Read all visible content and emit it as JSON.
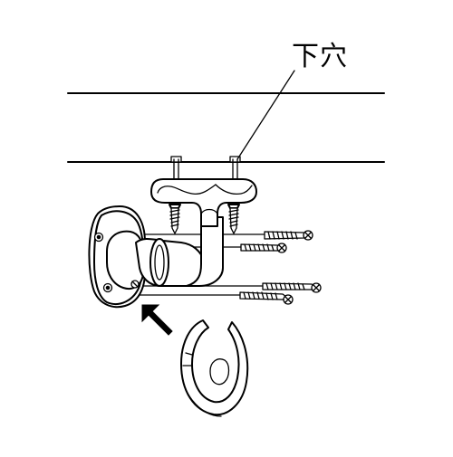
{
  "callout": {
    "label": "下穴"
  },
  "parts": {
    "ceiling_lines": 2,
    "bracket": "ceiling-mount-rod-bracket",
    "wall_flange": "round-wall-flange",
    "cover": "snap-on-flange-cover",
    "long_screws": 4,
    "short_screws": 2
  }
}
